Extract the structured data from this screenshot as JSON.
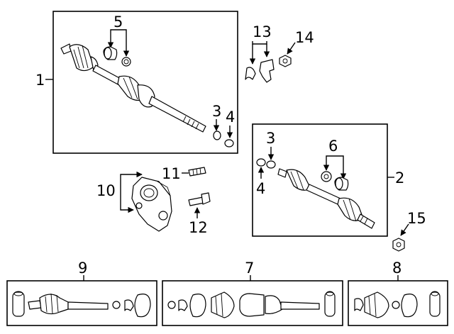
{
  "callouts": {
    "c1": "1",
    "c2": "2",
    "c3a": "3",
    "c3b": "3",
    "c4a": "4",
    "c4b": "4",
    "c5": "5",
    "c6": "6",
    "c7": "7",
    "c8": "8",
    "c9": "9",
    "c10": "10",
    "c11": "11",
    "c12": "12",
    "c13": "13",
    "c14": "14",
    "c15": "15"
  }
}
